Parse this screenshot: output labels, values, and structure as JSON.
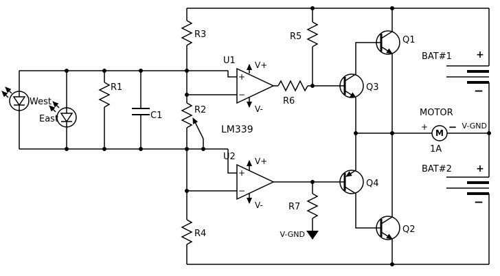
{
  "diagram": {
    "background": "#ffffff",
    "line_color": "#000000",
    "labels": {
      "west": "West",
      "east": "East",
      "r1": "R1",
      "r2": "R2",
      "r3": "R3",
      "r4": "R4",
      "r5": "R5",
      "r6": "R6",
      "r7": "R7",
      "c1": "C1",
      "u1": "U1",
      "u2": "U2",
      "ic": "LM339",
      "q1": "Q1",
      "q2": "Q2",
      "q3": "Q3",
      "q4": "Q4",
      "v_plus": "V+",
      "v_minus": "V-",
      "motor": "MOTOR",
      "motor_m": "M",
      "motor_current": "1A",
      "v_gnd": "V-GND",
      "bat1": "BAT#1",
      "bat2": "BAT#2",
      "plus": "+",
      "minus": "−"
    }
  }
}
